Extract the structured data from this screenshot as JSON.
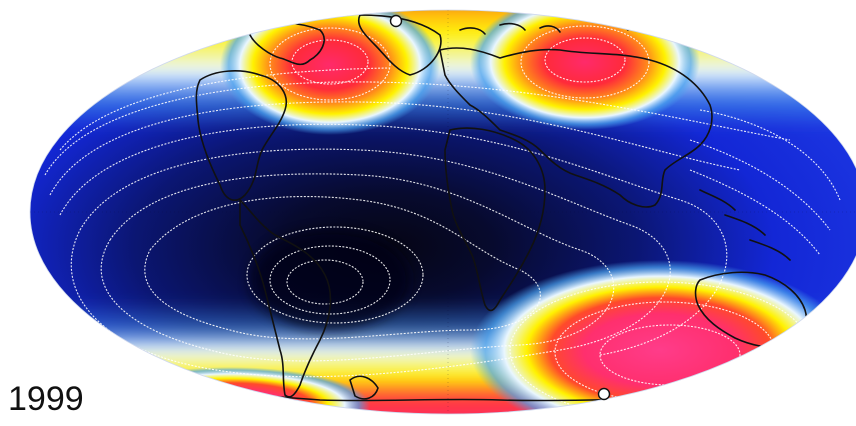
{
  "map": {
    "projection": "Mollweide",
    "year_label": "1999",
    "colors": {
      "deep_blue": "#07071f",
      "mid_blue": "#1223d6",
      "light_blue": "#4aa3ef",
      "pale": "#e9f6ff",
      "yellow": "#fff200",
      "orange": "#ff8c1a",
      "red": "#ff2a2a",
      "magenta": "#ff3c8a",
      "coast": "#111111",
      "contour": "#ffffff",
      "marker": "#ffffff"
    },
    "markers": [
      {
        "name": "north-pole-marker"
      },
      {
        "name": "south-pole-marker"
      }
    ]
  }
}
